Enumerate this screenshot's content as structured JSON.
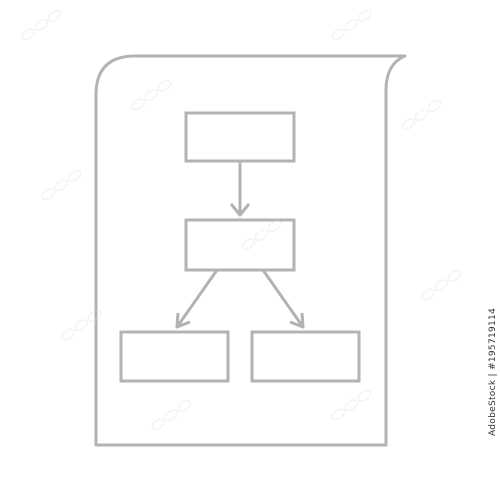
{
  "illustration": {
    "name": "flowchart document icon",
    "stroke_color": "#b3b3b3",
    "background_color": "#ffffff",
    "boxes": 4,
    "arrows": 3
  },
  "watermark": {
    "text": "Adobe Stock",
    "stock_id": "AdobeStock | #195719114"
  }
}
